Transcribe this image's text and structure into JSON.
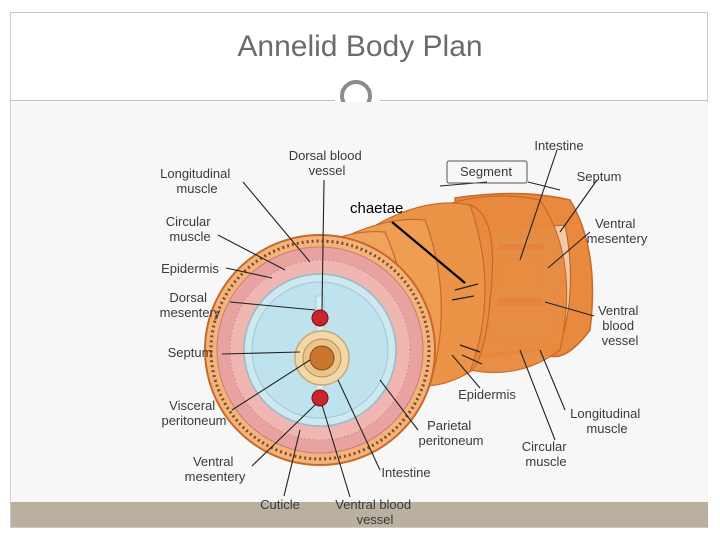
{
  "slide": {
    "title": "Annelid Body Plan"
  },
  "diagram": {
    "annotation": "chaetae",
    "labels": {
      "longitudinal_muscle_left": [
        "Longitudinal",
        "muscle"
      ],
      "dorsal_blood_vessel": [
        "Dorsal blood",
        "vessel"
      ],
      "circular_muscle_left": [
        "Circular",
        "muscle"
      ],
      "epidermis_left": [
        "Epidermis"
      ],
      "dorsal_mesentery": [
        "Dorsal",
        "mesentery"
      ],
      "septum_left": [
        "Septum"
      ],
      "visceral_peritoneum": [
        "Visceral",
        "peritoneum"
      ],
      "ventral_mesentery_left": [
        "Ventral",
        "mesentery"
      ],
      "cuticle": [
        "Cuticle"
      ],
      "ventral_blood_vessel_bottom": [
        "Ventral blood",
        "vessel"
      ],
      "intestine_bottom": [
        "Intestine"
      ],
      "parietal_peritoneum": [
        "Parietal",
        "peritoneum"
      ],
      "epidermis_bottom": [
        "Epidermis"
      ],
      "circular_muscle_right": [
        "Circular",
        "muscle"
      ],
      "longitudinal_muscle_right": [
        "Longitudinal",
        "muscle"
      ],
      "intestine_top": [
        "Intestine"
      ],
      "segment": [
        "Segment"
      ],
      "septum_right": [
        "Septum"
      ],
      "ventral_mesentery_right": [
        "Ventral",
        "mesentery"
      ],
      "ventral_blood_vessel_right": [
        "Ventral",
        "blood",
        "vessel"
      ]
    },
    "colors": {
      "body_orange": "#e8893d",
      "body_light": "#f4b37a",
      "muscle_pink": "#e8a3a0",
      "coelom_blue": "#bfe3ee",
      "vessel_red": "#c8262b",
      "intestine_tan": "#f2d7a8"
    }
  }
}
